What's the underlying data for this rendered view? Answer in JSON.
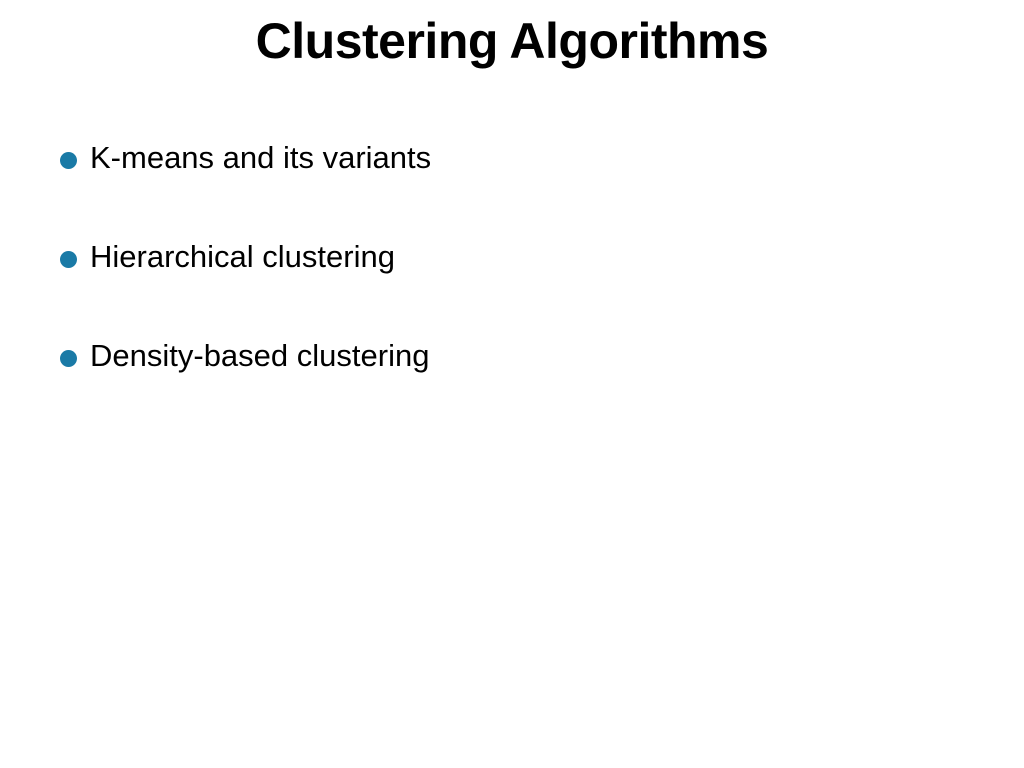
{
  "slide": {
    "title": "Clustering Algorithms",
    "bullet_color": "#1a7aa6",
    "bullets": [
      {
        "text": "K-means and its variants"
      },
      {
        "text": "Hierarchical clustering"
      },
      {
        "text": "Density-based clustering"
      }
    ]
  }
}
